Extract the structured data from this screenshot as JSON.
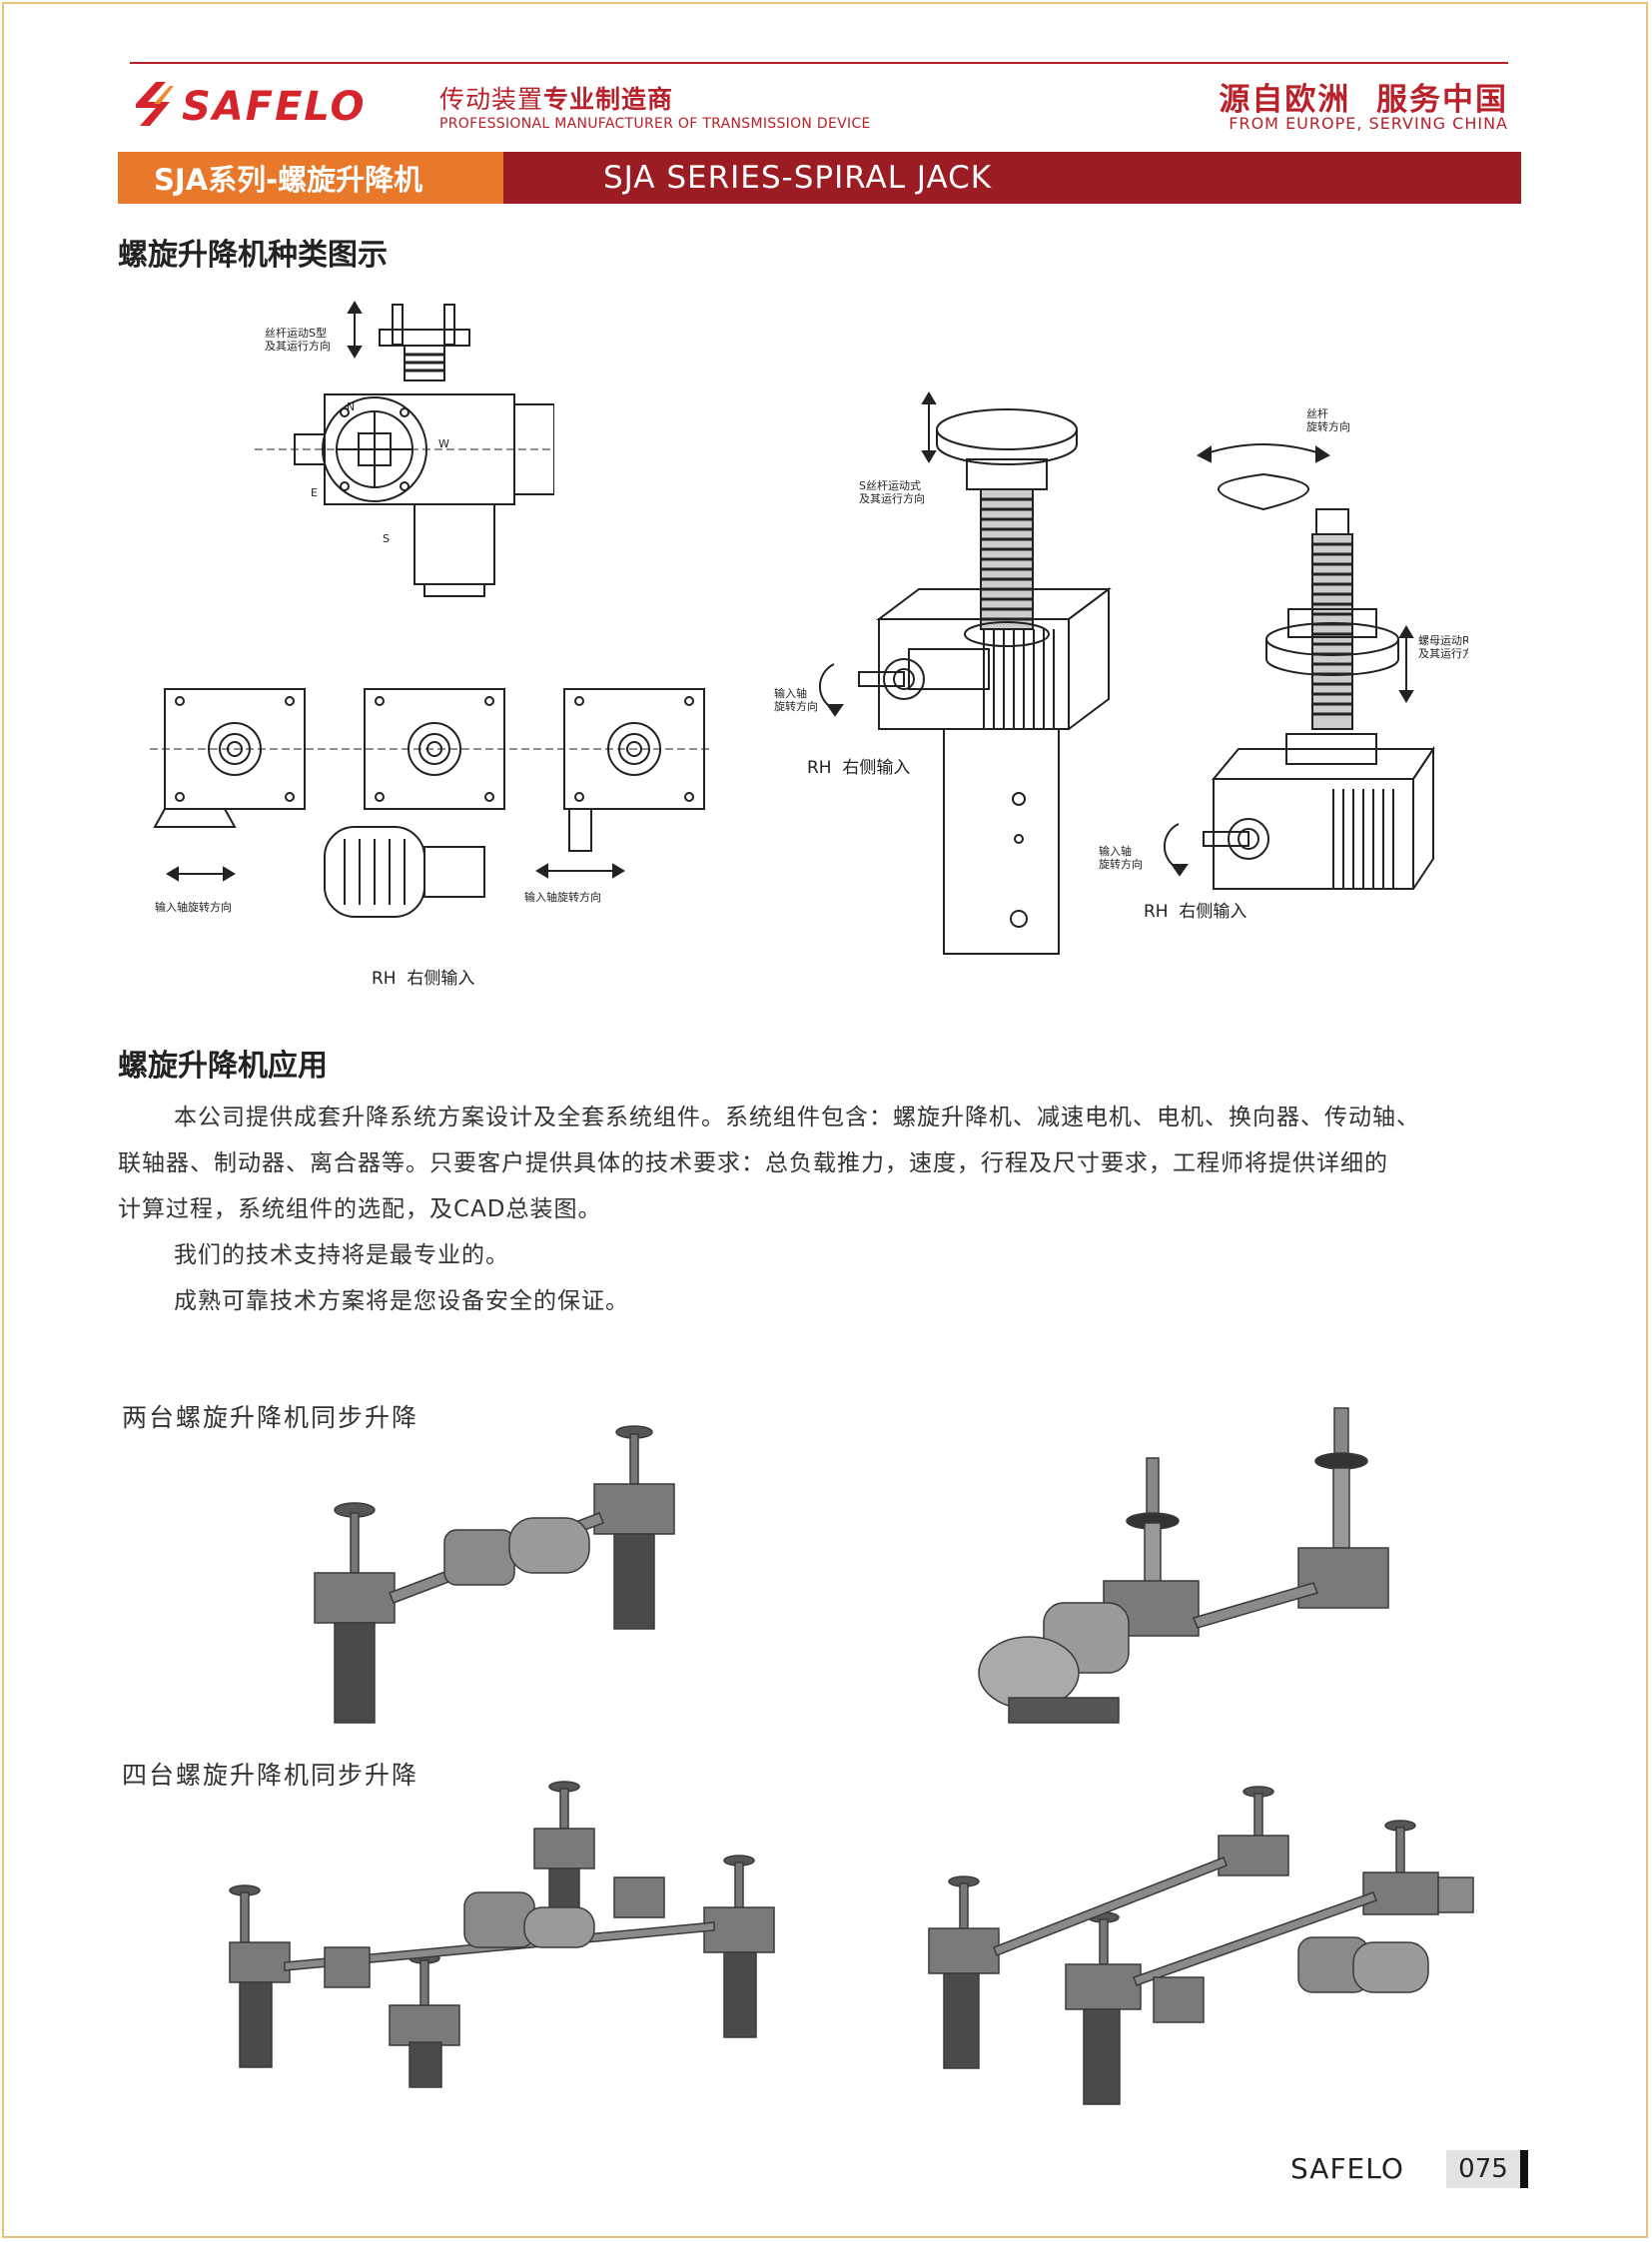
{
  "header": {
    "brand": "SAFELO",
    "tagline_cn_a": "传动装置",
    "tagline_cn_b": "专业制造商",
    "tagline_en": "PROFESSIONAL MANUFACTURER OF TRANSMISSION DEVICE",
    "slogan_cn": "源自欧洲  服务中国",
    "slogan_en": "FROM EUROPE, SERVING CHINA"
  },
  "title_bar": {
    "left": "SJA系列-螺旋升降机",
    "right": "SJA SERIES-SPIRAL JACK"
  },
  "types_section": {
    "heading": "螺旋升降机种类图示",
    "labels": {
      "screw_motion_a": "丝杆运动S型",
      "screw_motion_b": "及其运行方向",
      "north": "N",
      "west": "W",
      "east": "E",
      "south": "S",
      "input_dir_1": "输入轴旋转方向",
      "input_dir_2": "输入轴旋转方向",
      "rh_bottom": "RH  右侧输入",
      "s_screw_a": "S丝杆运动式",
      "s_screw_b": "及其运行方向",
      "input_shaft_a": "输入轴",
      "input_shaft_b": "旋转方向",
      "rh_middle": "RH  右侧输入",
      "screw_rot_a": "丝杆",
      "screw_rot_b": "旋转方向",
      "nut_motion_a": "螺母运动R型",
      "nut_motion_b": "及其运行方向",
      "input_shaft2_a": "输入轴",
      "input_shaft2_b": "旋转方向",
      "rh_right": "RH  右侧输入"
    }
  },
  "application_section": {
    "heading": "螺旋升降机应用",
    "p1_line1": "本公司提供成套升降系统方案设计及全套系统组件。系统组件包含：螺旋升降机、减速电机、电机、换向器、传动轴、",
    "p1_line2": "联轴器、制动器、离合器等。只要客户提供具体的技术要求：总负载推力，速度，行程及尺寸要求，工程师将提供详细的",
    "p1_line3": "计算过程，系统组件的选配，及CAD总装图。",
    "p2": "我们的技术支持将是最专业的。",
    "p3": "成熟可靠技术方案将是您设备安全的保证。",
    "two_jacks": "两台螺旋升降机同步升降",
    "four_jacks": "四台螺旋升降机同步升降"
  },
  "footer": {
    "brand": "SAFELO",
    "page": "075"
  },
  "colors": {
    "brand_red": "#b8202a",
    "title_orange": "#e8792a",
    "title_dark_red": "#9b1c22",
    "border_gold": "#e8c27a"
  }
}
